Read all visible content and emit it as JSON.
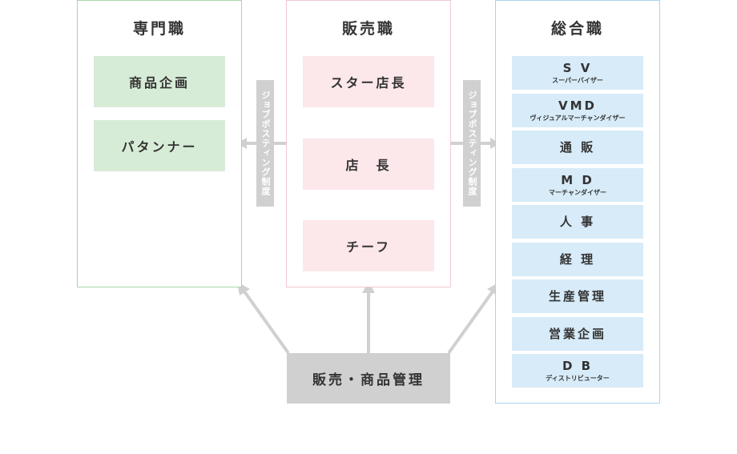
{
  "specialist": {
    "title": "専門職",
    "items": [
      "商品企画",
      "パタンナー"
    ]
  },
  "sales": {
    "title": "販売職",
    "items": [
      "スター店長",
      "店　長",
      "チーフ"
    ]
  },
  "general": {
    "title": "総合職",
    "items": [
      {
        "main": "S V",
        "sub": "スーパーバイザー"
      },
      {
        "main": "VMD",
        "sub": "ヴィジュアルマーチャンダイザー"
      },
      {
        "main": "通 販",
        "sub": ""
      },
      {
        "main": "M D",
        "sub": "マーチャンダイザー"
      },
      {
        "main": "人 事",
        "sub": ""
      },
      {
        "main": "経 理",
        "sub": ""
      },
      {
        "main": "生産管理",
        "sub": ""
      },
      {
        "main": "営業企画",
        "sub": ""
      },
      {
        "main": "D B",
        "sub": "ディストリビューター"
      }
    ]
  },
  "job_posting_label": "ジョブポスティング制度",
  "base_label": "販売・商品管理",
  "colors": {
    "green_border": "#a8d5a8",
    "green_fill": "#d7ecd7",
    "pink_border": "#f2c9cf",
    "pink_fill": "#fce7ea",
    "pink_arrow": "#f5c0c8",
    "blue_border": "#a9d4ee",
    "blue_fill": "#d7ebf8",
    "gray": "#d0d0d0"
  }
}
